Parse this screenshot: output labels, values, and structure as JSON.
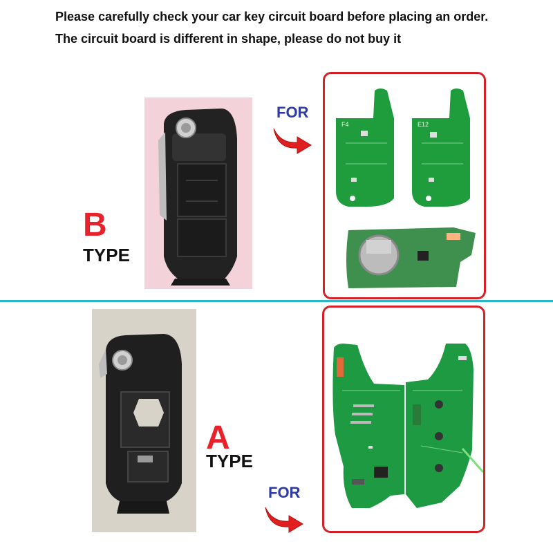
{
  "notice": {
    "line1": "Please carefully check your car key circuit board before placing an order.",
    "line2": "The circuit board is different in shape, please do not buy it"
  },
  "section_b": {
    "type_letter": "B",
    "type_word": "TYPE",
    "for_label": "FOR",
    "board_labels": [
      "F4",
      "E12"
    ]
  },
  "section_a": {
    "type_letter": "A",
    "type_word": "TYPE",
    "for_label": "FOR"
  },
  "colors": {
    "divider": "#29b6c8",
    "frame": "#d42127",
    "type_letter": "#e8222a",
    "for_text": "#2d3ba8",
    "pcb": "#1f9c3c"
  }
}
